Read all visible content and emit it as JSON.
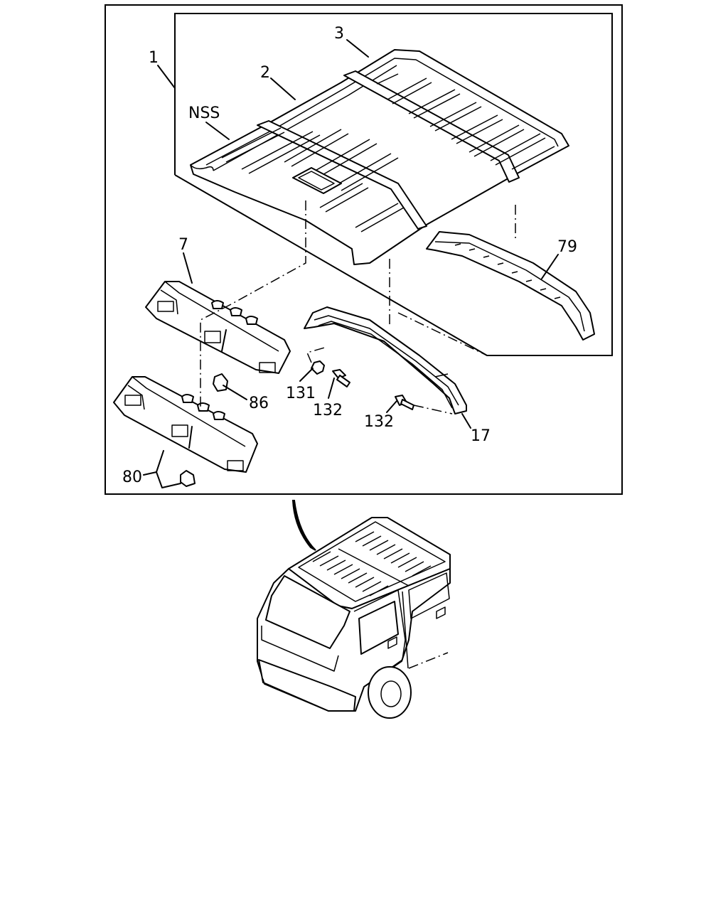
{
  "diagram": {
    "callouts": {
      "c1": "1",
      "c2": "2",
      "c3": "3",
      "nss": "NSS",
      "c79": "79",
      "c7": "7",
      "c86": "86",
      "c131": "131",
      "c132a": "132",
      "c132b": "132",
      "c17": "17",
      "c80": "80"
    },
    "parts": [
      "roof-panel",
      "roof-bow-front",
      "roof-bow-rear",
      "header-trim-upper",
      "header-trim-lower",
      "roof-reinforcement",
      "clip-86",
      "clip-80",
      "nut-131",
      "bolt-132",
      "bolt-132-b"
    ],
    "vehicle": "cab-over-truck-crew-cab"
  }
}
